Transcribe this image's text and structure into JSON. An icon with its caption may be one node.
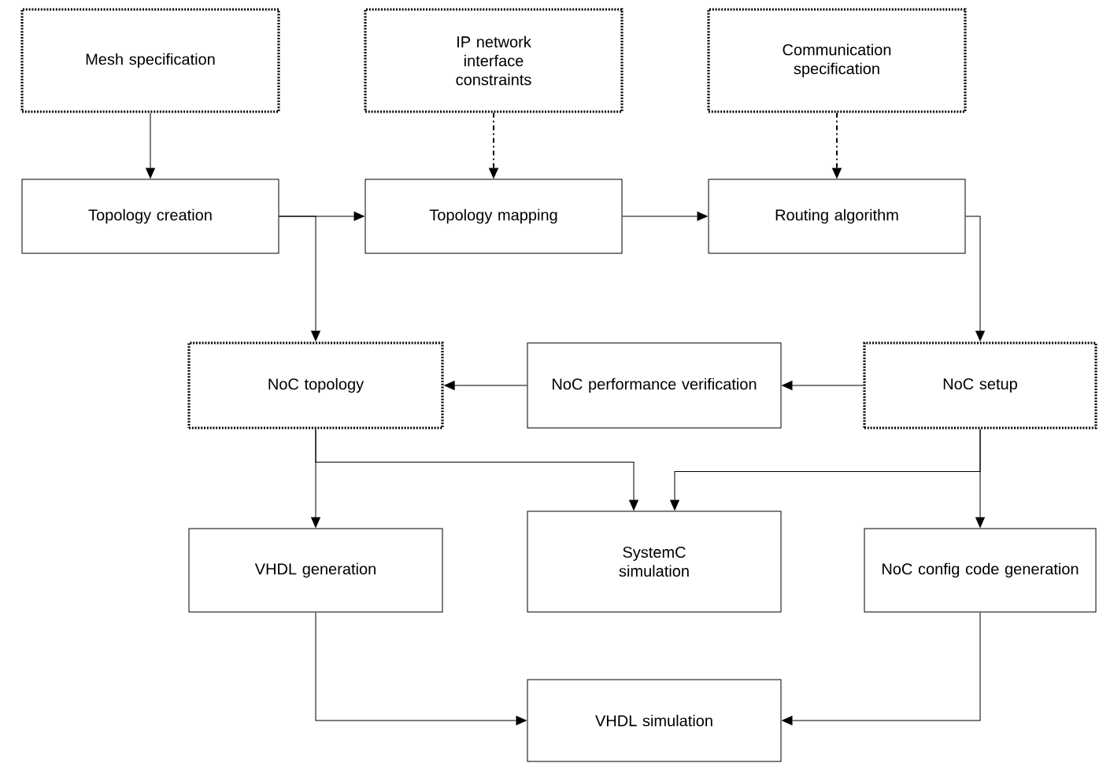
{
  "diagram": {
    "nodes": [
      {
        "text": [
          "Mesh specification"
        ]
      },
      {
        "text": [
          "IP network interface constraints"
        ]
      },
      {
        "text": [
          "Communication specification"
        ]
      },
      {
        "text": [
          "Topology creation"
        ]
      },
      {
        "text": [
          "Topology mapping"
        ]
      },
      {
        "text": [
          "Routing algorithm"
        ]
      },
      {
        "text": [
          "NoC topology"
        ]
      },
      {
        "text": [
          "NoC performance verification"
        ]
      },
      {
        "text": [
          "NoC setup"
        ]
      },
      {
        "text": [
          "VHDL generation"
        ]
      },
      {
        "text": [
          "SystemC simulation"
        ]
      },
      {
        "text": [
          "NoC config code generation"
        ]
      },
      {
        "text": [
          "VHDL simulation"
        ]
      }
    ],
    "edges": [
      {
        "from": 0,
        "to": 3,
        "arrow": "to"
      },
      {
        "from": 1,
        "to": 4,
        "arrow": "to",
        "style": "dashed"
      },
      {
        "from": 2,
        "to": 5,
        "arrow": "to",
        "style": "dashed"
      },
      {
        "from": 3,
        "to": 4,
        "arrow": "to"
      },
      {
        "from": 4,
        "to": 5,
        "arrow": "to"
      },
      {
        "from": 3,
        "to": 6,
        "arrow": "to"
      },
      {
        "from": 5,
        "to": 8,
        "arrow": "to"
      },
      {
        "from": 8,
        "to": 7,
        "arrow": "to"
      },
      {
        "from": 7,
        "to": 6,
        "arrow": "to"
      },
      {
        "from": 6,
        "to": 9,
        "arrow": "to"
      },
      {
        "from": 6,
        "to": 10,
        "arrow": "to"
      },
      {
        "from": 8,
        "to": 10,
        "arrow": "to"
      },
      {
        "from": 8,
        "to": 11,
        "arrow": "to"
      },
      {
        "from": 9,
        "to": 12,
        "arrow": "to"
      },
      {
        "from": 11,
        "to": 12,
        "arrow": "to"
      }
    ]
  }
}
